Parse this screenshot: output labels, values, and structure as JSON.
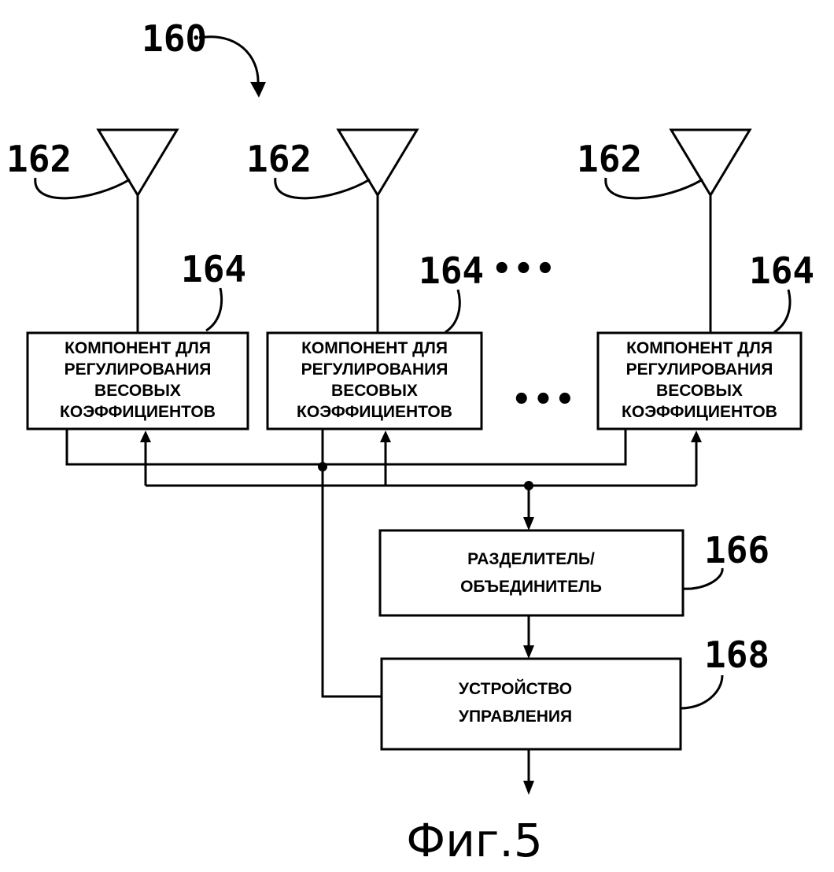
{
  "figure_label": "Фиг.5",
  "refs": {
    "system": "160",
    "antenna": "162",
    "weight_component": "164",
    "splitter": "166",
    "controller": "168"
  },
  "ellipsis": "•••",
  "weight_component": {
    "lines": [
      "КОМПОНЕНТ ДЛЯ",
      "РЕГУЛИРОВАНИЯ",
      "ВЕСОВЫХ",
      "КОЭФФИЦИЕНТОВ"
    ]
  },
  "splitter": {
    "lines": [
      "РАЗДЕЛИТЕЛЬ/",
      "ОБЪЕДИНИТЕЛЬ"
    ]
  },
  "controller": {
    "lines": [
      "УСТРОЙСТВО",
      "УПРАВЛЕНИЯ"
    ]
  }
}
